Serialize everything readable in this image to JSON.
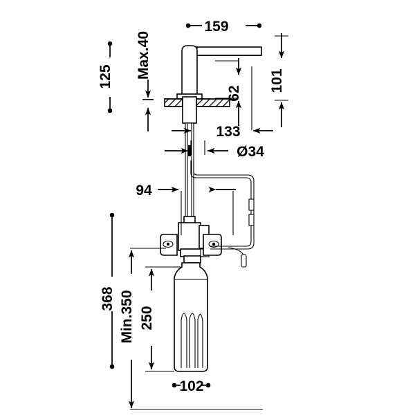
{
  "drawing": {
    "title": "Technical dimension drawing - countertop soap dispenser",
    "background_color": "#ffffff",
    "line_color": "#000000",
    "units": "mm"
  },
  "dimensions": {
    "spout_reach": {
      "label": "159",
      "name": "spout-reach-159",
      "orientation": "horizontal"
    },
    "counter_thickness": {
      "label": "Max.40",
      "name": "counter-thickness-max40",
      "orientation": "vertical"
    },
    "left_small": {
      "label": "125",
      "name": "height-125",
      "orientation": "vertical"
    },
    "spout_height": {
      "label": "62",
      "name": "spout-height-62",
      "orientation": "vertical"
    },
    "body_height": {
      "label": "101",
      "name": "body-height-101",
      "orientation": "vertical"
    },
    "shank_length": {
      "label": "133",
      "name": "shank-length-133",
      "orientation": "vertical"
    },
    "hole_diameter": {
      "label": "Ø34",
      "name": "hole-diameter-34",
      "orientation": "horizontal"
    },
    "offset_94": {
      "label": "94",
      "name": "offset-94",
      "orientation": "horizontal"
    },
    "total_depth": {
      "label": "368",
      "name": "total-depth-368",
      "orientation": "vertical"
    },
    "min_depth": {
      "label": "Min.350",
      "name": "min-depth-350",
      "orientation": "vertical"
    },
    "bottle_height": {
      "label": "250",
      "name": "bottle-height-250",
      "orientation": "vertical"
    },
    "bottle_width": {
      "label": "102",
      "name": "bottle-width-102",
      "orientation": "horizontal"
    }
  },
  "parts": {
    "spout": "faucet-spout",
    "body": "faucet-body-cylinder",
    "counter": "countertop-hatched",
    "shank": "threaded-shank",
    "tube": "supply-tube",
    "pump": "pump-valve-assembly",
    "bracket": "mounting-bracket",
    "bottle": "soap-bottle",
    "cable": "electrical-cable",
    "connector": "cable-connector"
  }
}
